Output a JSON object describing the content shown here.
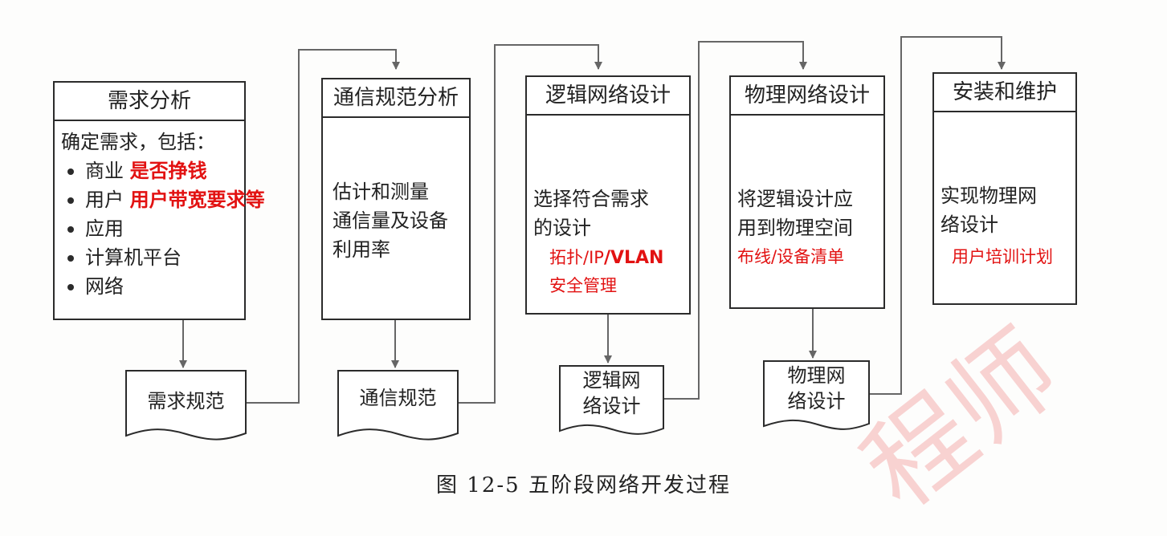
{
  "stages": [
    {
      "title": "需求分析",
      "intro": "确定需求，包括：",
      "items": [
        {
          "label": "商业",
          "note": "是否挣钱"
        },
        {
          "label": "用户",
          "note": "用户带宽要求等"
        },
        {
          "label": "应用",
          "note": ""
        },
        {
          "label": "计算机平台",
          "note": ""
        },
        {
          "label": "网络",
          "note": ""
        }
      ]
    },
    {
      "title": "通信规范分析",
      "desc": "估计和测量\n通信量及设备\n利用率"
    },
    {
      "title": "逻辑网络设计",
      "desc": "选择符合需求\n的设计",
      "note_a": "拓扑/IP",
      "note_b": "/VLAN",
      "note_c": "安全管理"
    },
    {
      "title": "物理网络设计",
      "desc": "将逻辑设计应\n用到物理空间",
      "note": "布线/设备清单"
    },
    {
      "title": "安装和维护",
      "desc": "实现物理网\n络设计",
      "note": "用户培训计划"
    }
  ],
  "documents": [
    {
      "label": "需求规范"
    },
    {
      "label": "通信规范"
    },
    {
      "label": "逻辑网\n络设计"
    },
    {
      "label": "物理网\n络设计"
    }
  ],
  "caption": "图 12-5    五阶段网络开发过程",
  "watermark": "程师"
}
